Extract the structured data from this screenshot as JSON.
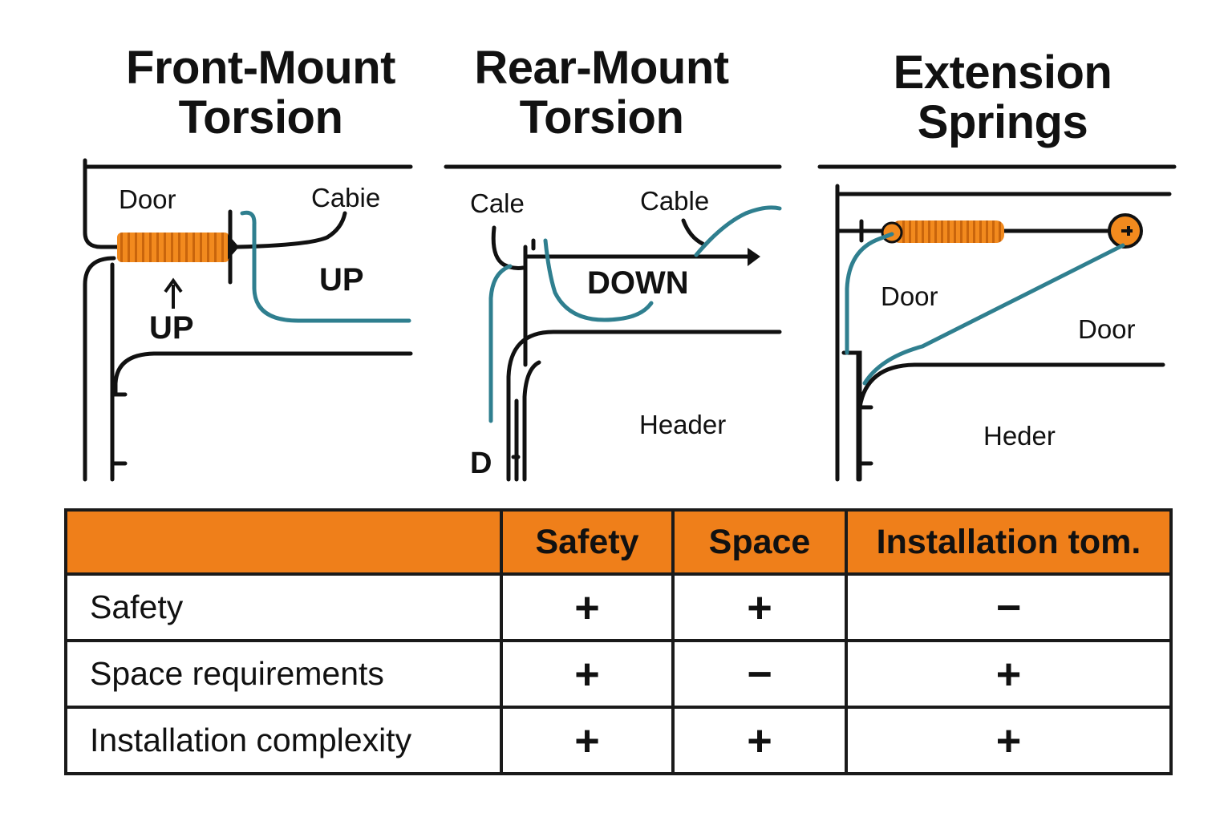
{
  "titles": [
    {
      "line1": "Front-Mount",
      "line2": "Torsion"
    },
    {
      "line1": "Rear-Mount",
      "line2": "Torsion"
    },
    {
      "line1": "Extension",
      "line2": "Springs"
    }
  ],
  "diagram_labels": {
    "front": {
      "door": "Door",
      "cable": "Cabie",
      "up_arrow": "UP",
      "up_right": "UP"
    },
    "rear": {
      "cable_left": "Cale",
      "cable_right": "Cable",
      "down": "DOWN",
      "header": "Header",
      "door_partial": "D"
    },
    "extension": {
      "door_left": "Door",
      "door_right": "Door",
      "header": "Heder"
    }
  },
  "colors": {
    "spring_orange": "#f28a1e",
    "cable_teal": "#2f7f8f",
    "header_orange": "#ef7f1a",
    "line_black": "#111111"
  },
  "table": {
    "headers": [
      "",
      "Safety",
      "Space",
      "Installation tom."
    ],
    "rows": [
      {
        "label": "Safety",
        "values": [
          "+",
          "+",
          "−"
        ]
      },
      {
        "label": "Space requirements",
        "values": [
          "+",
          "−",
          "+"
        ]
      },
      {
        "label": "Installation complexity",
        "values": [
          "+",
          "+",
          "+"
        ]
      }
    ]
  }
}
